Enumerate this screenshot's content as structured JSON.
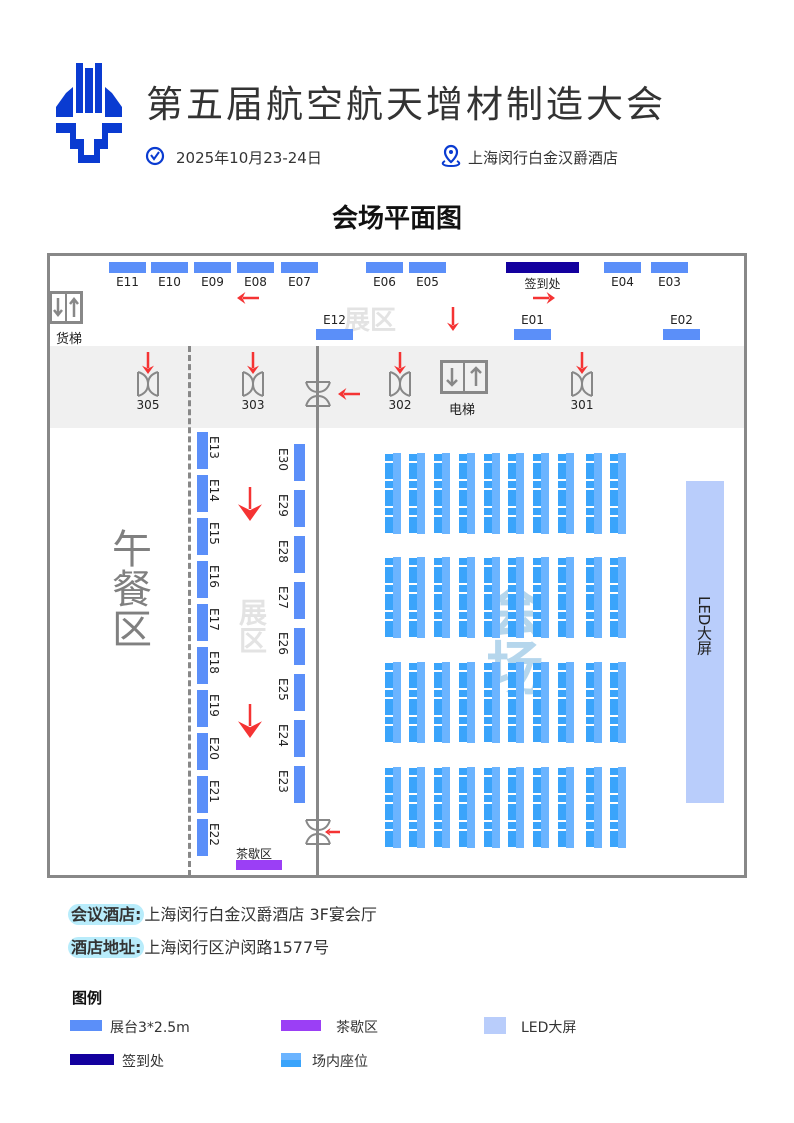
{
  "header": {
    "title": "第五届航空航天增材制造大会",
    "date": "2025年10月23-24日",
    "venue": "上海闵行白金汉爵酒店",
    "date_icon": "clock-icon",
    "venue_icon": "location-pin-icon"
  },
  "map_title": "会场平面图",
  "top_booths": [
    "E11",
    "E10",
    "E09",
    "E08",
    "E07",
    "E06",
    "E05",
    "E04",
    "E03"
  ],
  "signin": "签到处",
  "mid_booths": [
    "E12",
    "E01",
    "E02"
  ],
  "left_booths": [
    "E13",
    "E14",
    "E15",
    "E16",
    "E17",
    "E18",
    "E19",
    "E20",
    "E21",
    "E22"
  ],
  "right_booths": [
    "E30",
    "E29",
    "E28",
    "E27",
    "E26",
    "E25",
    "E24",
    "E23"
  ],
  "expo_watermark": "展区",
  "hall_watermark": "会场",
  "lunch_area": "午餐区",
  "tea_area": "茶歇区",
  "led_screen": "LED大屏",
  "freight_elevator": "货梯",
  "elevator": "电梯",
  "doors": [
    "305",
    "303",
    "302",
    "301"
  ],
  "info": {
    "hotel_label": "会议酒店:",
    "hotel_value": "上海闵行白金汉爵酒店 3F宴会厅",
    "address_label": "酒店地址:",
    "address_value": "上海闵行区沪闵路1577号"
  },
  "legend": {
    "title": "图例",
    "items": [
      "展台3*2.5m",
      "茶歇区",
      "LED大屏",
      "签到处",
      "场内座位"
    ]
  },
  "colors": {
    "booth": "#5b8ff9",
    "signin": "#13009e",
    "tea": "#9b3ff5",
    "led": "#b9cdfb",
    "seat_dark": "#3aa4fb",
    "seat_light": "#6bb4ff",
    "arrow": "#f53333",
    "logo": "#0a3bd1"
  }
}
